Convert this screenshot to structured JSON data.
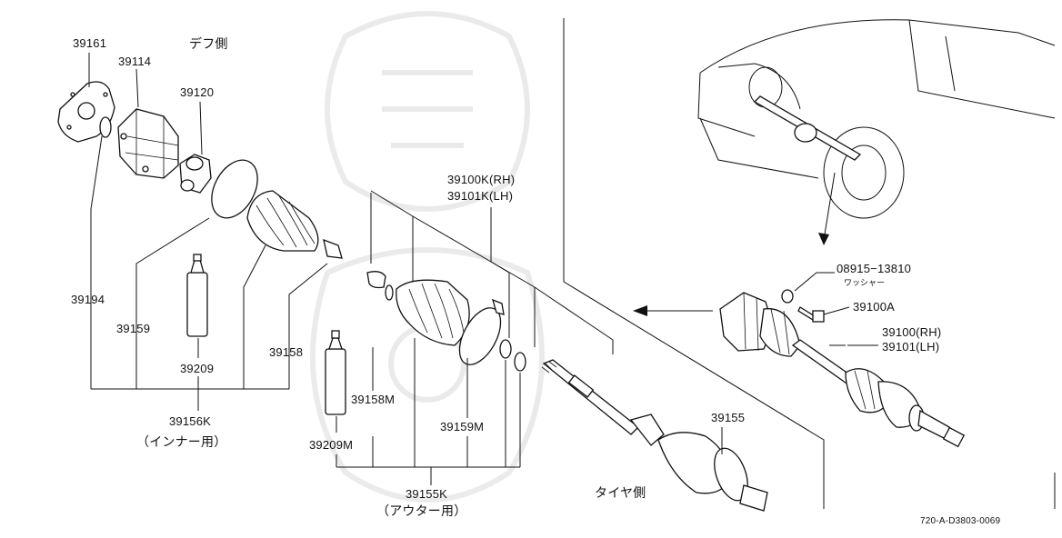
{
  "labels": {
    "p39161": "39161",
    "p39114": "39114",
    "diff_side": "デフ側",
    "p39120": "39120",
    "p39194": "39194",
    "p39159": "39159",
    "p39209": "39209",
    "p39158": "39158",
    "p39156k": "39156K",
    "inner_use": "（インナー用）",
    "p39100k_rh": "39100K(RH)",
    "p39101k_lh": "39101K(LH)",
    "p39158m": "39158M",
    "p39159m": "39159M",
    "p39209m": "39209M",
    "p39155k": "39155K",
    "outer_use": "（アウター用）",
    "p39155": "39155",
    "tire_side": "タイヤ側",
    "p08915": "08915−13810",
    "washer": "ワッシャー",
    "p39100a": "39100A",
    "p39100_rh": "39100(RH)",
    "p39101_lh": "39101(LH)",
    "diagram_code": "720-A-D3803-0069"
  }
}
